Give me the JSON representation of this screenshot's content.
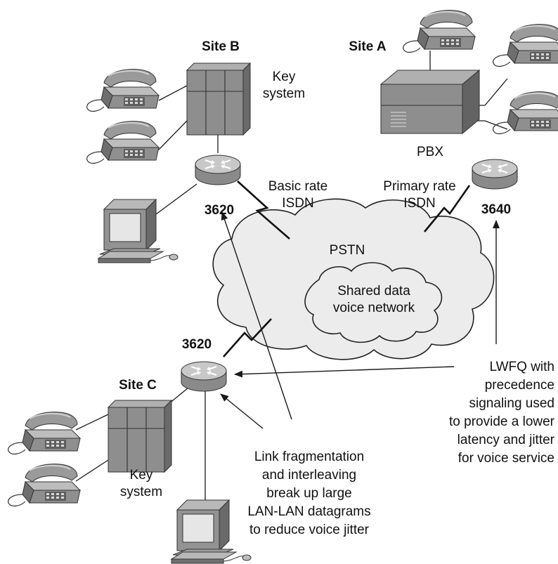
{
  "sites": {
    "site_a": "Site A",
    "site_b": "Site B",
    "site_c": "Site C"
  },
  "equipment": {
    "key_system_b": [
      "Key",
      "system"
    ],
    "key_system_c": [
      "Key",
      "system"
    ],
    "pbx": "PBX"
  },
  "routers": {
    "router_b": "3620",
    "router_a": "3640",
    "router_c": "3620"
  },
  "links": {
    "basic_rate": [
      "Basic rate",
      "ISDN"
    ],
    "primary_rate": [
      "Primary rate",
      "ISDN"
    ]
  },
  "clouds": {
    "pstn": "PSTN",
    "shared": [
      "Shared data",
      "voice network"
    ]
  },
  "notes": {
    "lwfq": [
      "LWFQ with",
      "precedence",
      "signaling used",
      "to provide a lower",
      "latency and jitter",
      "for voice service"
    ],
    "lfi": [
      "Link fragmentation",
      "and interleaving",
      "break up large",
      "LAN-LAN datagrams",
      "to reduce voice jitter"
    ]
  },
  "colors": {
    "device_dark": "#6f6f6f",
    "device_mid": "#8c8c8c",
    "device_light": "#b4b4b4",
    "router_body": "#a7a7a7",
    "cloud_fill": "#ececec",
    "line": "#1a1a1a"
  }
}
